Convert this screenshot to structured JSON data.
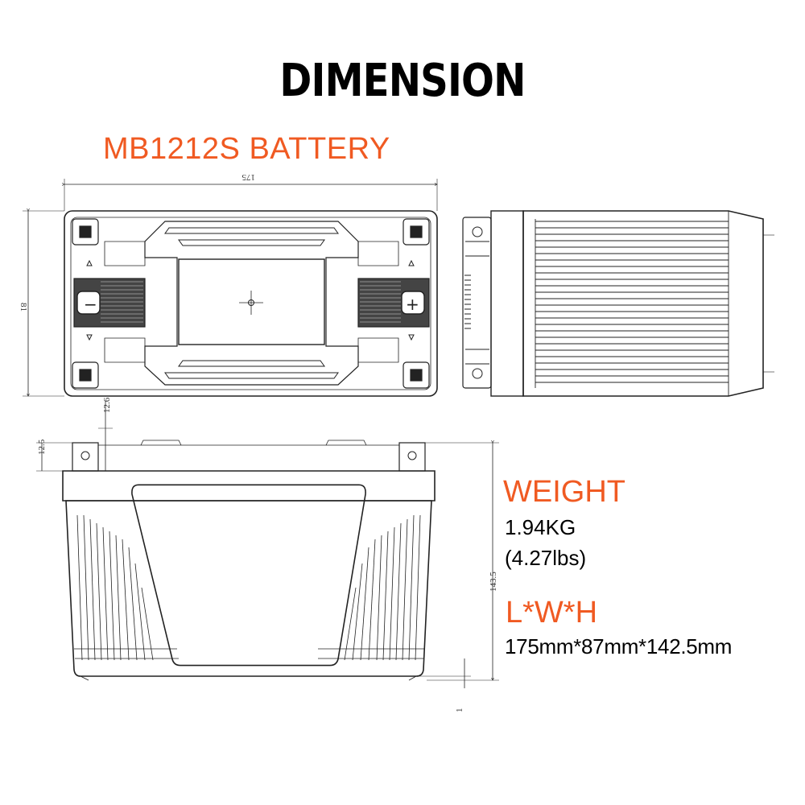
{
  "title": "DIMENSION",
  "product": "MB1212S BATTERY",
  "dimensions": {
    "top_width": "175",
    "top_depth": "81",
    "terminal_offset": "12.6",
    "terminal_height": "12.5",
    "overall_height": "143.5",
    "foot": "1"
  },
  "terminals": {
    "negative": "−",
    "positive": "+"
  },
  "specs": {
    "weight_heading": "WEIGHT",
    "weight_kg": "1.94KG",
    "weight_lbs": "(4.27lbs)",
    "size_heading": "L*W*H",
    "size_value": "175mm*87mm*142.5mm"
  },
  "colors": {
    "accent": "#f05a22",
    "line": "#222222"
  }
}
